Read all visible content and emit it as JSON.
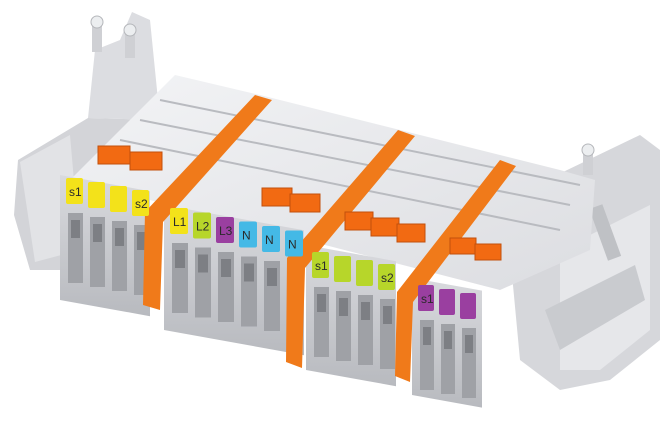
{
  "colors": {
    "housing_light": "#e6e7ea",
    "housing_mid": "#c9cbcf",
    "housing_dark": "#a7a9ae",
    "separator_orange": "#f07a1a",
    "bridge_orange": "#f26a12",
    "marker_yellow": "#f3e21a",
    "marker_lime": "#b7d62a",
    "marker_purple": "#9a3fa0",
    "marker_cyan": "#44b9e6"
  },
  "groups": [
    {
      "id": "group-1",
      "markers": [
        {
          "label": "s1",
          "color": "marker_yellow"
        },
        {
          "label": "",
          "color": "marker_yellow"
        },
        {
          "label": "",
          "color": "marker_yellow"
        },
        {
          "label": "s2",
          "color": "marker_yellow"
        }
      ]
    },
    {
      "id": "group-2",
      "markers": [
        {
          "label": "L1",
          "color": "marker_yellow"
        },
        {
          "label": "L2",
          "color": "marker_lime"
        },
        {
          "label": "L3",
          "color": "marker_purple"
        },
        {
          "label": "N",
          "color": "marker_cyan"
        },
        {
          "label": "N",
          "color": "marker_cyan"
        },
        {
          "label": "N",
          "color": "marker_cyan"
        }
      ]
    },
    {
      "id": "group-3",
      "markers": [
        {
          "label": "s1",
          "color": "marker_lime"
        },
        {
          "label": "",
          "color": "marker_lime"
        },
        {
          "label": "",
          "color": "marker_lime"
        },
        {
          "label": "s2",
          "color": "marker_lime"
        }
      ]
    },
    {
      "id": "group-4",
      "markers": [
        {
          "label": "s1",
          "color": "marker_purple"
        },
        {
          "label": "",
          "color": "marker_purple"
        },
        {
          "label": "",
          "color": "marker_purple"
        }
      ]
    }
  ],
  "icons": {
    "end_cap_left": "terminal-end-bracket-icon",
    "end_cap_right": "terminal-end-bracket-icon",
    "bridge": "jumper-bridge-icon"
  }
}
